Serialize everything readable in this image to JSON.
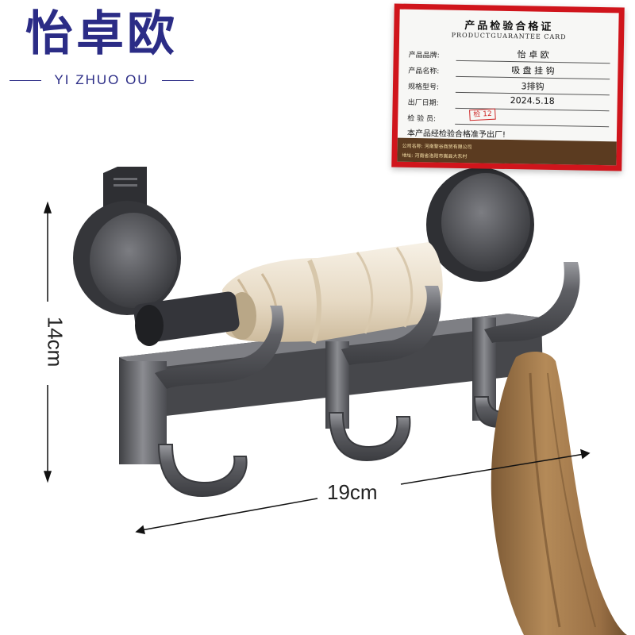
{
  "brand": {
    "name_cn": "怡卓欧",
    "name_en": "YI ZHUO OU",
    "color": "#2b2c86"
  },
  "certificate": {
    "title": "产品检验合格证",
    "subtitle": "PRODUCTGUARANTEE CARD",
    "border_color": "#d0151c",
    "rows": [
      {
        "label": "产品品牌:",
        "value": "怡 卓 欧"
      },
      {
        "label": "产品名称:",
        "value": "吸 盘 挂 钩"
      },
      {
        "label": "规格型号:",
        "value": "3排钩"
      },
      {
        "label": "出厂日期:",
        "value": "2024.5.18"
      },
      {
        "label": "检 验 员:",
        "value": "检 12"
      }
    ],
    "statement": "本产品经检验合格准予出厂!",
    "footer_line1": "公司名称: 河南黎谷商贸有限公司",
    "footer_line2": "地址: 河南省洛阳市嵩县大东村"
  },
  "dimensions": {
    "height": "14cm",
    "width": "19cm"
  },
  "product": {
    "hook_count": 3,
    "suction_cups": 2,
    "finish_color": "#55565b",
    "towel_color": "#a87d4e",
    "umbrella_color": "#eee4d3"
  }
}
